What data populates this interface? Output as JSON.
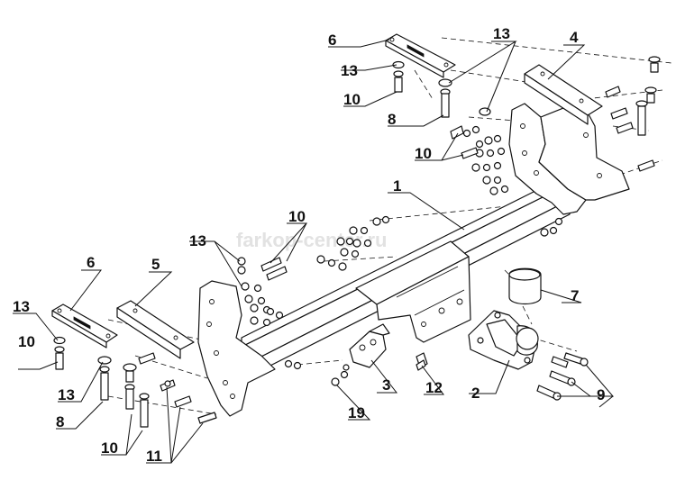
{
  "watermark": "farkop-center.ru",
  "callouts": [
    "1",
    "2",
    "3",
    "4",
    "5",
    "6",
    "6",
    "7",
    "8",
    "8",
    "9",
    "10",
    "10",
    "10",
    "10",
    "11",
    "12",
    "13",
    "13",
    "13",
    "13",
    "13",
    "19"
  ],
  "labels": {
    "c1": "1",
    "c2": "2",
    "c3": "3",
    "c4": "4",
    "c5": "5",
    "c6a": "6",
    "c6b": "6",
    "c7": "7",
    "c8a": "8",
    "c8b": "8",
    "c9": "9",
    "c10a": "10",
    "c10b": "10",
    "c10c": "10",
    "c10d": "10",
    "c11": "11",
    "c12": "12",
    "c13a": "13",
    "c13b": "13",
    "c13c": "13",
    "c13d": "13",
    "c13e": "13",
    "c19": "19"
  }
}
